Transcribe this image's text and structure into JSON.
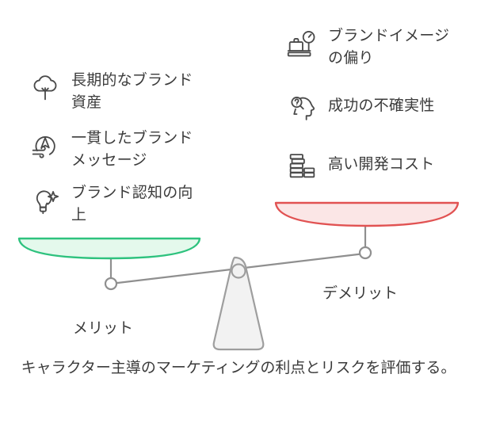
{
  "diagram": {
    "type": "balance-scale-pros-cons",
    "caption": "キャラクター主導のマーケティングの利点とリスクを評価する。",
    "colors": {
      "pros_pan_fill": "#e4f9ec",
      "pros_pan_stroke": "#2ec27e",
      "cons_pan_fill": "#fbe6e6",
      "cons_pan_stroke": "#e15252",
      "fulcrum_fill": "#f2f2f2",
      "fulcrum_stroke": "#9e9e9e",
      "beam_stroke": "#8f8f8f",
      "icon_stroke": "#4a4a4a",
      "text": "#3b3b3b"
    },
    "pros_side": {
      "label": "メリット",
      "items": [
        {
          "icon": "tree-icon",
          "label": "長期的なブランド資産"
        },
        {
          "icon": "compass-wind-icon",
          "label": "一貫したブランドメッセージ"
        },
        {
          "icon": "lightbulb-sparkle-icon",
          "label": "ブランド認知の向上"
        }
      ]
    },
    "cons_side": {
      "label": "デメリット",
      "items": [
        {
          "icon": "weighing-scale-briefcase-icon",
          "label": "ブランドイメージの偏り"
        },
        {
          "icon": "head-question-icon",
          "label": "成功の不確実性"
        },
        {
          "icon": "coin-stacks-icon",
          "label": "高い開発コスト"
        }
      ]
    }
  }
}
